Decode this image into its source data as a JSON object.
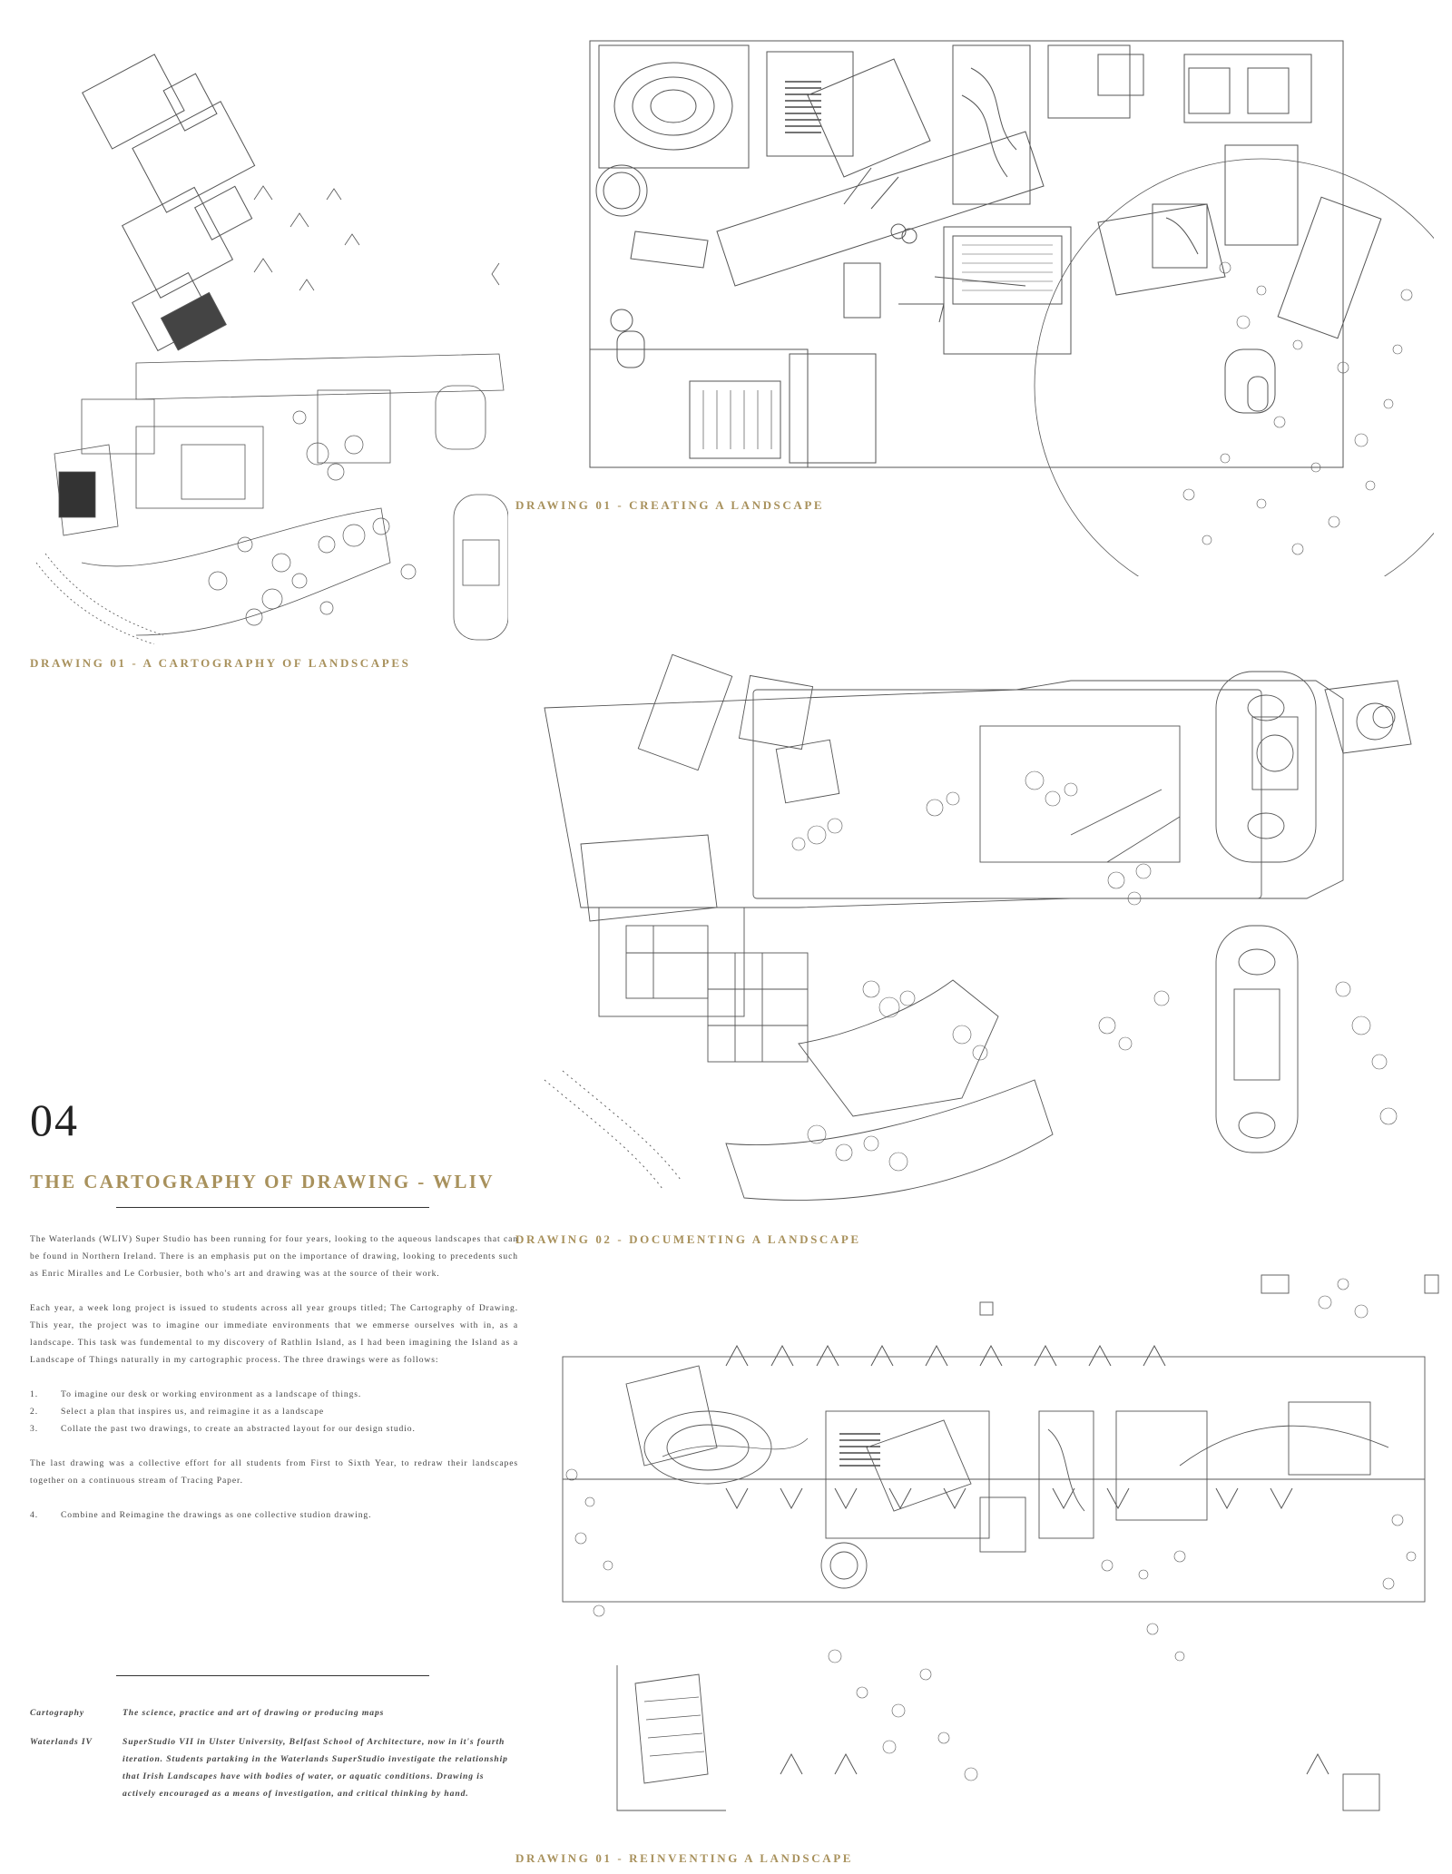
{
  "drawings": [
    {
      "id": "cartography",
      "caption": "DRAWING 01 - A CARTOGRAPHY OF LANDSCAPES",
      "alt": "cartography-drawing"
    },
    {
      "id": "creating",
      "caption": "DRAWING 01 - CREATING A LANDSCAPE",
      "alt": "creating-drawing"
    },
    {
      "id": "documenting",
      "caption": "DRAWING 02 - DOCUMENTING A LANDSCAPE",
      "alt": "documenting-drawing"
    },
    {
      "id": "reinventing",
      "caption": "DRAWING 01 - REINVENTING A LANDSCAPE",
      "alt": "reinventing-drawing"
    }
  ],
  "sheet": {
    "number": "04",
    "title": "THE CARTOGRAPHY OF DRAWING - WLIV"
  },
  "body": {
    "para1": "The Waterlands (WLIV) Super Studio has been running for four years, looking to the aqueous landscapes that can be found in Northern Ireland. There is an emphasis put on the importance of drawing, looking to precedents such as Enric Miralles and Le Corbusier, both who's art and drawing was at the source of their work.",
    "para2": "Each year, a week long project is issued to students across all year groups titled; The Cartography of Drawing. This year, the project was to imagine our immediate environments that we emmerse ourselves with in, as a landscape. This task was fundemental to my discovery of Rathlin Island, as I had been imagining the Island as a Landscape of Things naturally in my cartographic process. The three drawings were as follows:",
    "list1": [
      {
        "num": "1.",
        "text": "To imagine our desk or working environment as a landscape of things."
      },
      {
        "num": "2.",
        "text": "Select a plan that inspires us, and reimagine it as a landscape"
      },
      {
        "num": "3.",
        "text": "Collate the past two drawings, to create an abstracted layout for our design studio."
      }
    ],
    "para3": "The last drawing was a collective effort for all students from First to Sixth Year, to redraw their landscapes together on a continuous stream of Tracing Paper.",
    "list2": [
      {
        "num": "4.",
        "text": "Combine and Reimagine the drawings as one collective studion drawing."
      }
    ]
  },
  "glossary": [
    {
      "term": "Cartography",
      "definition": "The science, practice and art of drawing or producing maps"
    },
    {
      "term": "Waterlands IV",
      "definition": "SuperStudio VII in Ulster University, Belfast School of Architecture, now in it's fourth iteration. Students partaking in the Waterlands SuperStudio investigate the relationship that Irish Landscapes have with bodies of water, or aquatic conditions. Drawing is actively encouraged as a means of investigation, and critical thinking by hand."
    }
  ],
  "colors": {
    "accent": "#a8915c",
    "ink": "#444444",
    "line": "#555555"
  }
}
